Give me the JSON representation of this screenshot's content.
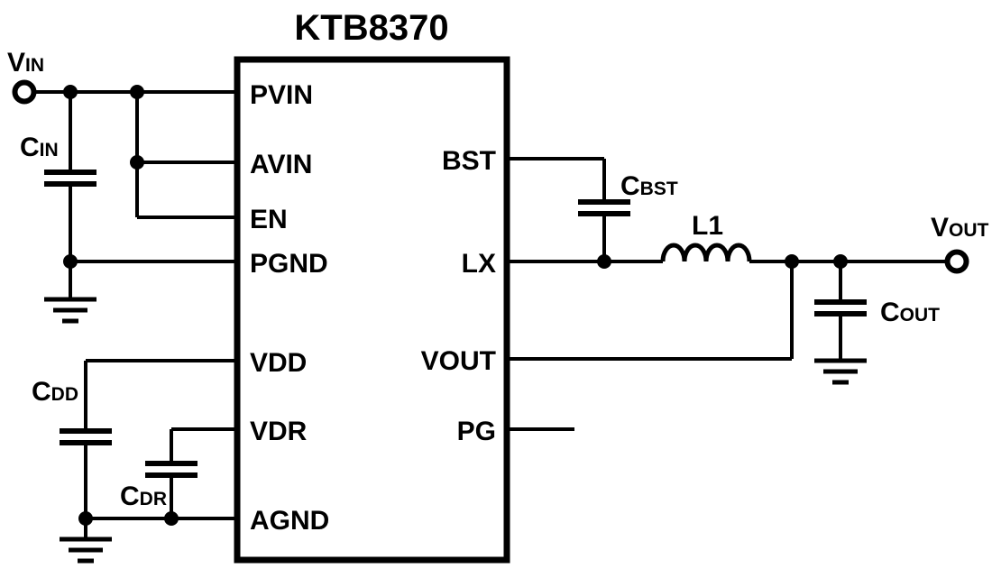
{
  "title": "KTB8370",
  "ic": {
    "left_pins": [
      "PVIN",
      "AVIN",
      "EN",
      "PGND",
      "VDD",
      "VDR",
      "AGND"
    ],
    "right_pins": [
      "BST",
      "LX",
      "VOUT",
      "PG"
    ]
  },
  "labels": {
    "vin": {
      "main": "V",
      "sub": "IN"
    },
    "vout": {
      "main": "V",
      "sub": "OUT"
    },
    "cin": {
      "main": "C",
      "sub": "IN"
    },
    "cdd": {
      "main": "C",
      "sub": "DD"
    },
    "cdr": {
      "main": "C",
      "sub": "DR"
    },
    "cbst": {
      "main": "C",
      "sub": "BST"
    },
    "cout": {
      "main": "C",
      "sub": "OUT"
    },
    "l1": "L1"
  },
  "colors": {
    "line": "#000000",
    "background": "#ffffff"
  }
}
